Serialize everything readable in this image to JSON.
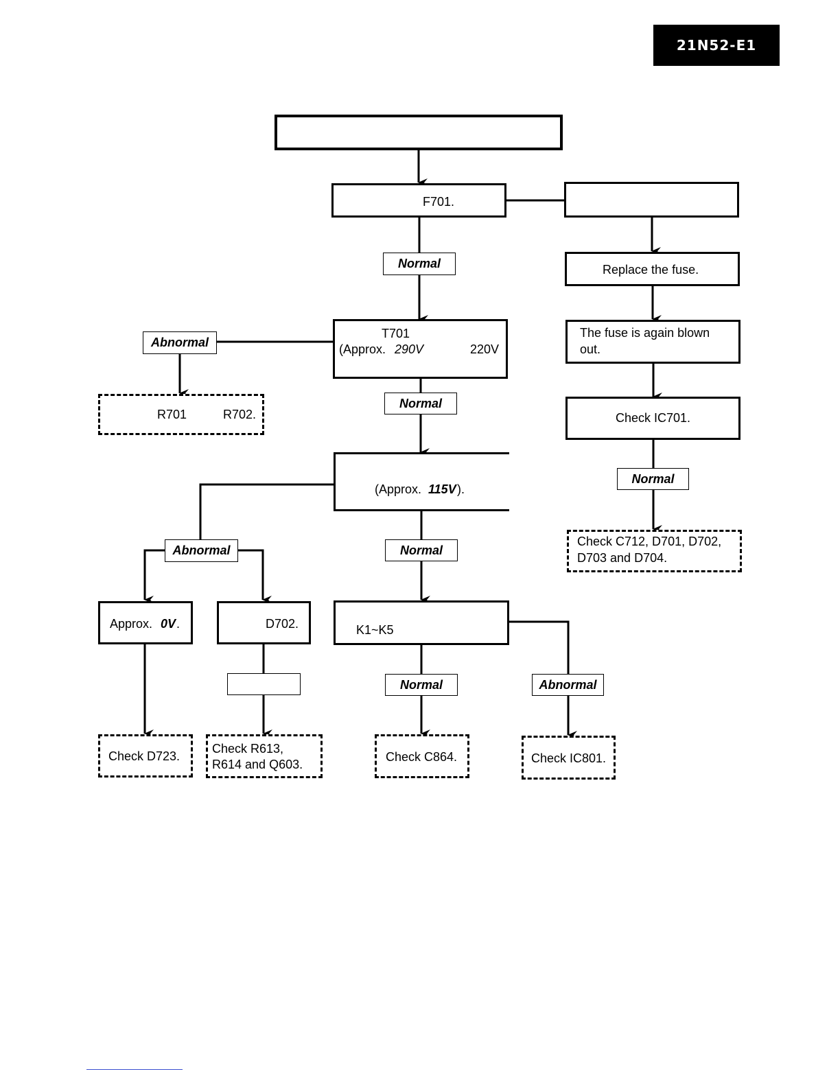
{
  "header": {
    "model_code": "21N52-E1"
  },
  "flowchart": {
    "start_box": "",
    "fuse_check": {
      "text": "F701."
    },
    "fuse_blown_box": "",
    "replace_fuse": "Replace the fuse.",
    "fuse_again_blown": {
      "line1": "The fuse is again blown",
      "line2": "out."
    },
    "check_ic701": "Check IC701.",
    "check_c712": {
      "line1": "Check C712, D701, D702,",
      "line2": "D703 and D704."
    },
    "t701_box": {
      "line1": "T701",
      "line2_prefix": "(Approx. ",
      "line2_value": "290V",
      "line2_suffix": "220V"
    },
    "check_r701": {
      "part1": "R701",
      "part2": "R702."
    },
    "voltage_box": {
      "prefix": "(Approx. ",
      "value": "115V",
      "suffix": ")."
    },
    "approx_0v": {
      "prefix": "Approx. ",
      "value": "0V",
      "suffix": "."
    },
    "d702_box": "D702.",
    "unlabeled_small_box": "",
    "k_box": "K1~K5",
    "check_d723": "Check D723.",
    "check_r613": {
      "line1": "Check  R613,",
      "line2": "R614 and Q603."
    },
    "check_c864": "Check C864.",
    "check_ic801": "Check IC801.",
    "labels": {
      "normal_1": "Normal",
      "normal_2": "Normal",
      "normal_3": "Normal",
      "normal_4": "Normal",
      "normal_5": "Normal",
      "abnormal_1": "Abnormal",
      "abnormal_2": "Abnormal",
      "abnormal_3": "Abnormal"
    }
  }
}
